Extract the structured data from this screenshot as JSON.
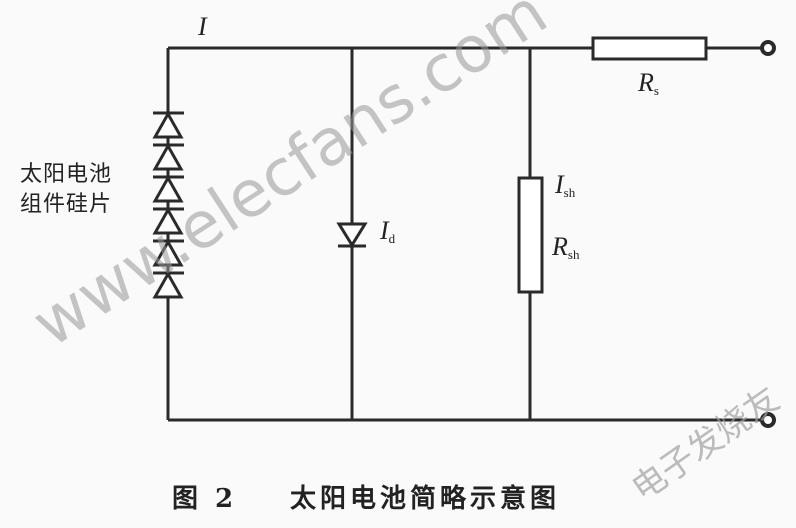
{
  "labels": {
    "current": "I",
    "diode_current": {
      "main": "I",
      "sub": "d"
    },
    "shunt_current": {
      "main": "I",
      "sub": "sh"
    },
    "shunt_resistor": {
      "main": "R",
      "sub": "sh"
    },
    "series_resistor": {
      "main": "R",
      "sub": "s"
    },
    "cells_line1": "太阳电池",
    "cells_line2": "组件硅片"
  },
  "caption": {
    "figure": "图 2",
    "title": "太阳电池简略示意图"
  },
  "watermarks": {
    "site": "www.elecfans.com",
    "brand": "电子发烧友"
  }
}
